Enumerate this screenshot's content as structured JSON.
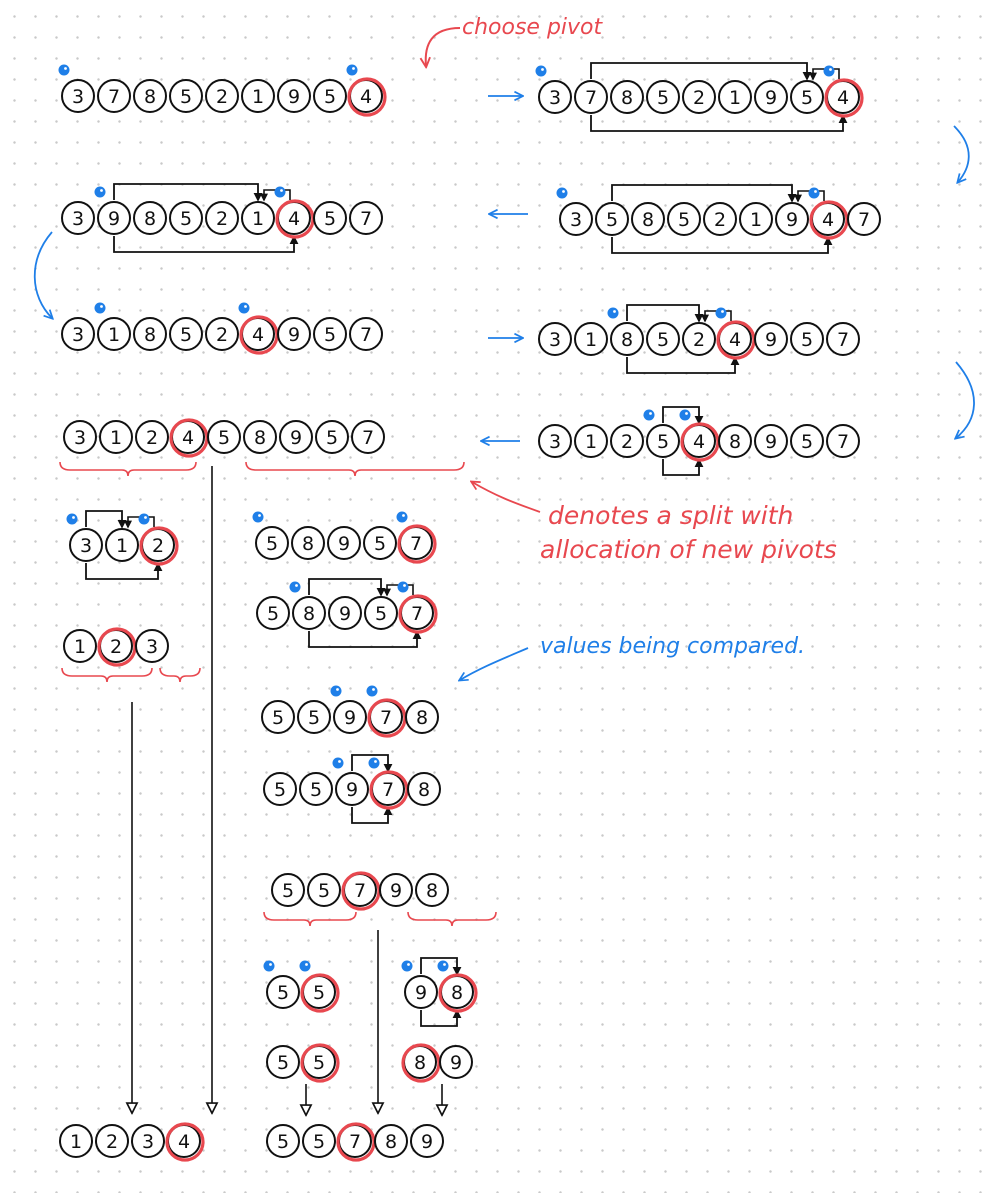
{
  "annotations": {
    "choose_pivot": "choose pivot",
    "split_note_line1": "denotes a split with",
    "split_note_line2": "allocation of new pivots",
    "compare_note": "values being compared."
  },
  "colors": {
    "pivot": "#e8484f",
    "marker": "#1f7fe8",
    "ink": "#111111",
    "dots": "#c9c9c9"
  },
  "rows": [
    {
      "id": "r1",
      "values": [
        "3",
        "7",
        "8",
        "5",
        "2",
        "1",
        "9",
        "5",
        "4"
      ],
      "pivot_index": 8
    },
    {
      "id": "r2",
      "values": [
        "3",
        "7",
        "8",
        "5",
        "2",
        "1",
        "9",
        "5",
        "4"
      ],
      "pivot_index": 8
    },
    {
      "id": "r3",
      "values": [
        "3",
        "5",
        "8",
        "5",
        "2",
        "1",
        "9",
        "4",
        "7"
      ],
      "pivot_index": 7
    },
    {
      "id": "r4",
      "values": [
        "3",
        "9",
        "8",
        "5",
        "2",
        "1",
        "4",
        "5",
        "7"
      ],
      "pivot_index": 6
    },
    {
      "id": "r5",
      "values": [
        "3",
        "1",
        "8",
        "5",
        "2",
        "4",
        "9",
        "5",
        "7"
      ],
      "pivot_index": 5
    },
    {
      "id": "r6",
      "values": [
        "3",
        "1",
        "8",
        "5",
        "2",
        "4",
        "9",
        "5",
        "7"
      ],
      "pivot_index": 5
    },
    {
      "id": "r7",
      "values": [
        "3",
        "1",
        "2",
        "5",
        "4",
        "8",
        "9",
        "5",
        "7"
      ],
      "pivot_index": 4
    },
    {
      "id": "r8",
      "values": [
        "3",
        "1",
        "2",
        "4",
        "5",
        "8",
        "9",
        "5",
        "7"
      ],
      "pivot_index": 3
    },
    {
      "id": "l1",
      "values": [
        "3",
        "1",
        "2"
      ],
      "pivot_index": 2
    },
    {
      "id": "l2",
      "values": [
        "1",
        "2",
        "3"
      ],
      "pivot_index": 1
    },
    {
      "id": "m1",
      "values": [
        "5",
        "8",
        "9",
        "5",
        "7"
      ],
      "pivot_index": 4
    },
    {
      "id": "m2",
      "values": [
        "5",
        "8",
        "9",
        "5",
        "7"
      ],
      "pivot_index": 4
    },
    {
      "id": "m3",
      "values": [
        "5",
        "5",
        "9",
        "7",
        "8"
      ],
      "pivot_index": 3
    },
    {
      "id": "m4",
      "values": [
        "5",
        "5",
        "9",
        "7",
        "8"
      ],
      "pivot_index": 3
    },
    {
      "id": "m5",
      "values": [
        "5",
        "5",
        "7",
        "9",
        "8"
      ],
      "pivot_index": 2
    },
    {
      "id": "s1",
      "values": [
        "5",
        "5"
      ],
      "pivot_index": 1
    },
    {
      "id": "s2",
      "values": [
        "5",
        "5"
      ],
      "pivot_index": 1
    },
    {
      "id": "t1",
      "values": [
        "9",
        "8"
      ],
      "pivot_index": 1
    },
    {
      "id": "t2",
      "values": [
        "8",
        "9"
      ],
      "pivot_index": 0
    },
    {
      "id": "f1",
      "values": [
        "1",
        "2",
        "3",
        "4"
      ],
      "pivot_index": 3
    },
    {
      "id": "f2",
      "values": [
        "5",
        "5",
        "7",
        "8",
        "9"
      ],
      "pivot_index": 2
    }
  ]
}
